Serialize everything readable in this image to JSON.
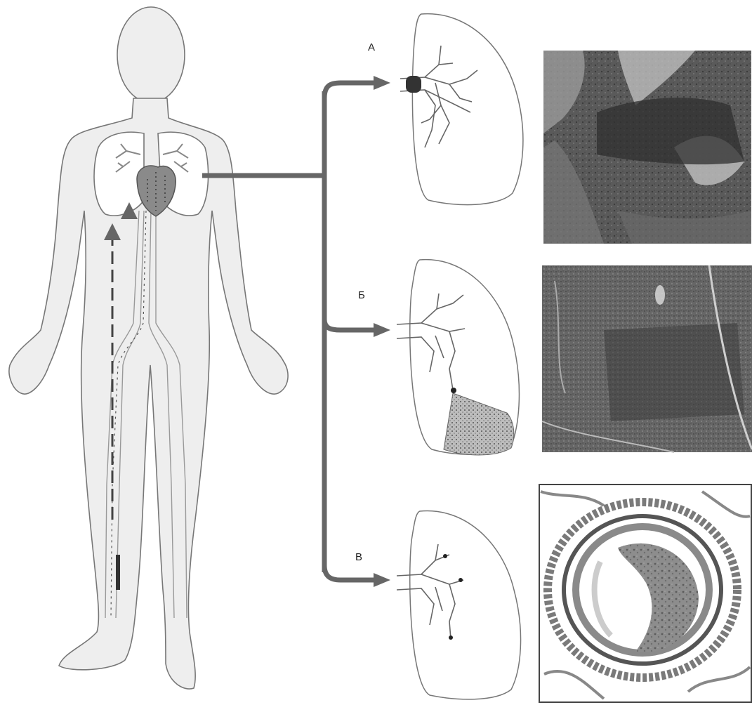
{
  "diagram": {
    "panel_labels": [
      "А",
      "Б",
      "В"
    ]
  },
  "colors": {
    "body_fill": "#eeeeee",
    "outline": "#777777",
    "arrow": "#666666",
    "heart": "#8a8a8a",
    "photo_dark": "#4a4a4a"
  }
}
